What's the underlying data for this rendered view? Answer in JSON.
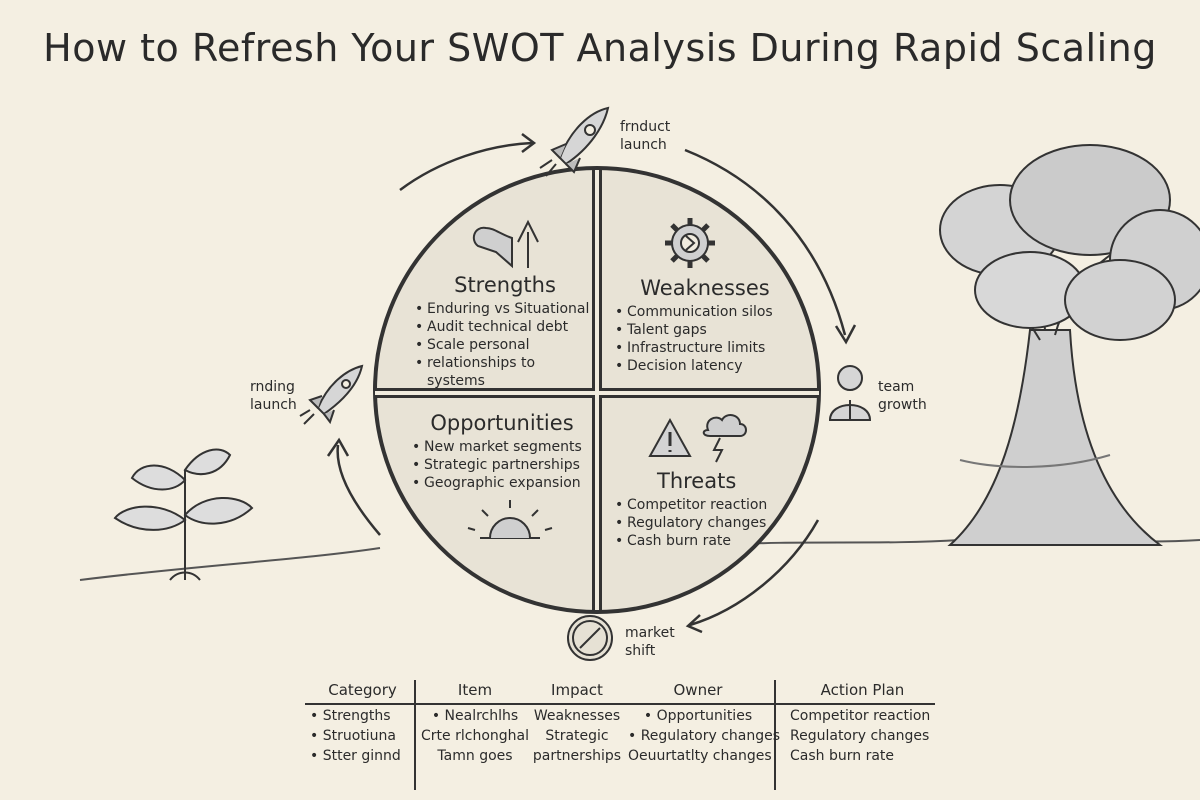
{
  "title": "How to Refresh Your SWOT Analysis During Rapid Scaling",
  "quadrants": {
    "strengths": {
      "title": "Strengths",
      "items": [
        "Enduring vs Situational",
        "Audit technical debt",
        "Scale personal",
        "relationships to systems"
      ]
    },
    "weaknesses": {
      "title": "Weaknesses",
      "items": [
        "Communication silos",
        "Talent gaps",
        "Infrastructure limits",
        "Decision latency"
      ]
    },
    "opportunities": {
      "title": "Opportunities",
      "items": [
        "New market segments",
        "Strategic partnerships",
        "Geographic expansion"
      ]
    },
    "threats": {
      "title": "Threats",
      "items": [
        "Competitor reaction",
        "Regulatory changes",
        "Cash burn rate"
      ]
    }
  },
  "cycle_labels": {
    "top": [
      "frnduct",
      "launch"
    ],
    "right": [
      "team",
      "growth"
    ],
    "bottom": [
      "market",
      "shift"
    ],
    "left": [
      "rnding",
      "launch"
    ]
  },
  "icons": {
    "strengths": "flexed-arm-arrow-icon",
    "weaknesses": "broken-gear-icon",
    "opportunities": "sunrise-icon",
    "threats": "warning-storm-icon",
    "top": "rocket-icon",
    "left": "rocket-icon",
    "right": "person-icon",
    "bottom": "compass-icon"
  },
  "table": {
    "headers": [
      "Category",
      "Item",
      "Impact",
      "Owner",
      "Action Plan"
    ],
    "columns": [
      [
        "• Strengths",
        "• Struotiuna",
        "• Stter ginnd"
      ],
      [
        "• Nealrchlhs",
        "Crte rlchonghal",
        "Tamn goes"
      ],
      [
        "Weaknesses",
        "Strategic",
        "partnerships"
      ],
      [
        "• Opportunities",
        "• Regulatory changes",
        "Oeuurtatlty changes"
      ],
      [
        "Competitor reaction",
        "Regulatory changes",
        "Cash burn rate"
      ]
    ]
  }
}
